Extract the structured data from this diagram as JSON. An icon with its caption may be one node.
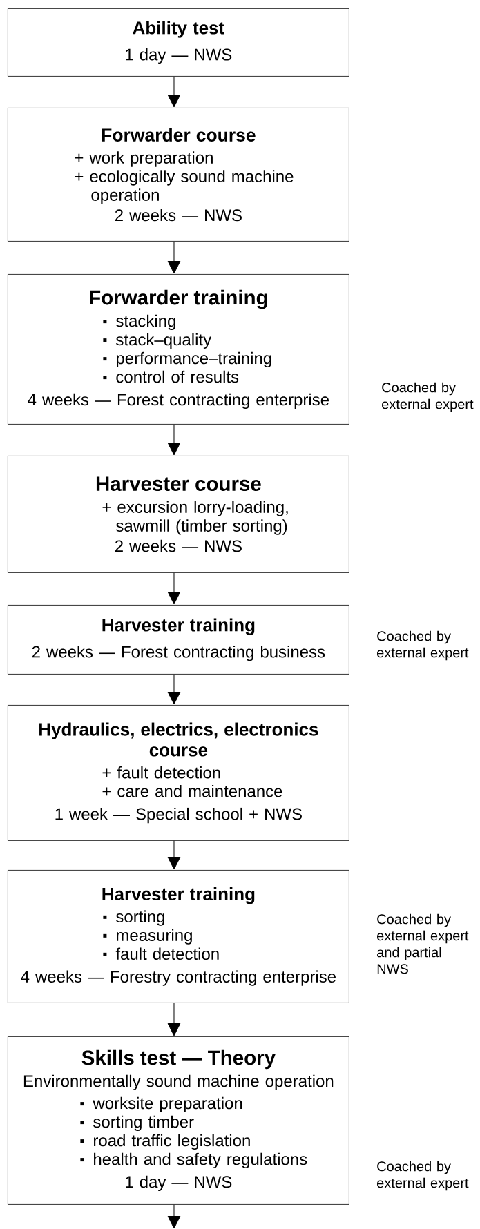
{
  "diagram": {
    "nodes": [
      {
        "text": [
          "Ability test",
          "1 day — NWS"
        ]
      },
      {
        "text": [
          "Forwarder course",
          "+  work preparation",
          "+  ecologically sound machine operation",
          "2 weeks — NWS"
        ]
      },
      {
        "text": [
          "Forwarder training",
          "stacking",
          "stack–quality",
          "performance–training",
          "control of results",
          "4 weeks — Forest contracting enterprise"
        ],
        "beside": [
          "Coached by external expert"
        ]
      },
      {
        "text": [
          "Harvester course",
          "+ excursion lorry-loading, sawmill (timber sorting)",
          "2 weeks — NWS"
        ]
      },
      {
        "text": [
          "Harvester training",
          "2 weeks — Forest contracting business"
        ],
        "beside": [
          "Coached by external expert"
        ]
      },
      {
        "text": [
          "Hydraulics, electrics, electronics course",
          "+  fault detection",
          "+  care and maintenance",
          "1 week — Special school + NWS"
        ]
      },
      {
        "text": [
          "Harvester training",
          "sorting",
          "measuring",
          "fault detection",
          "4 weeks — Forestry contracting enterprise"
        ],
        "beside": [
          "Coached by external expert and partial NWS"
        ]
      },
      {
        "text": [
          "Skills test — Theory",
          "Environmentally sound machine operation",
          "worksite preparation",
          "sorting timber",
          "road traffic legislation",
          "health and safety regulations",
          "1 day — NWS"
        ],
        "beside": [
          "Coached by external expert"
        ]
      }
    ],
    "edges": [
      {
        "from": 0,
        "to": 1,
        "arrow": "to"
      },
      {
        "from": 1,
        "to": 2,
        "arrow": "to"
      },
      {
        "from": 2,
        "to": 3,
        "arrow": "to"
      },
      {
        "from": 3,
        "to": 4,
        "arrow": "to"
      },
      {
        "from": 4,
        "to": 5,
        "arrow": "to"
      },
      {
        "from": 5,
        "to": 6,
        "arrow": "to"
      },
      {
        "from": 6,
        "to": 7,
        "arrow": "to"
      },
      {
        "from": 7,
        "to": null,
        "arrow": "to"
      }
    ]
  }
}
